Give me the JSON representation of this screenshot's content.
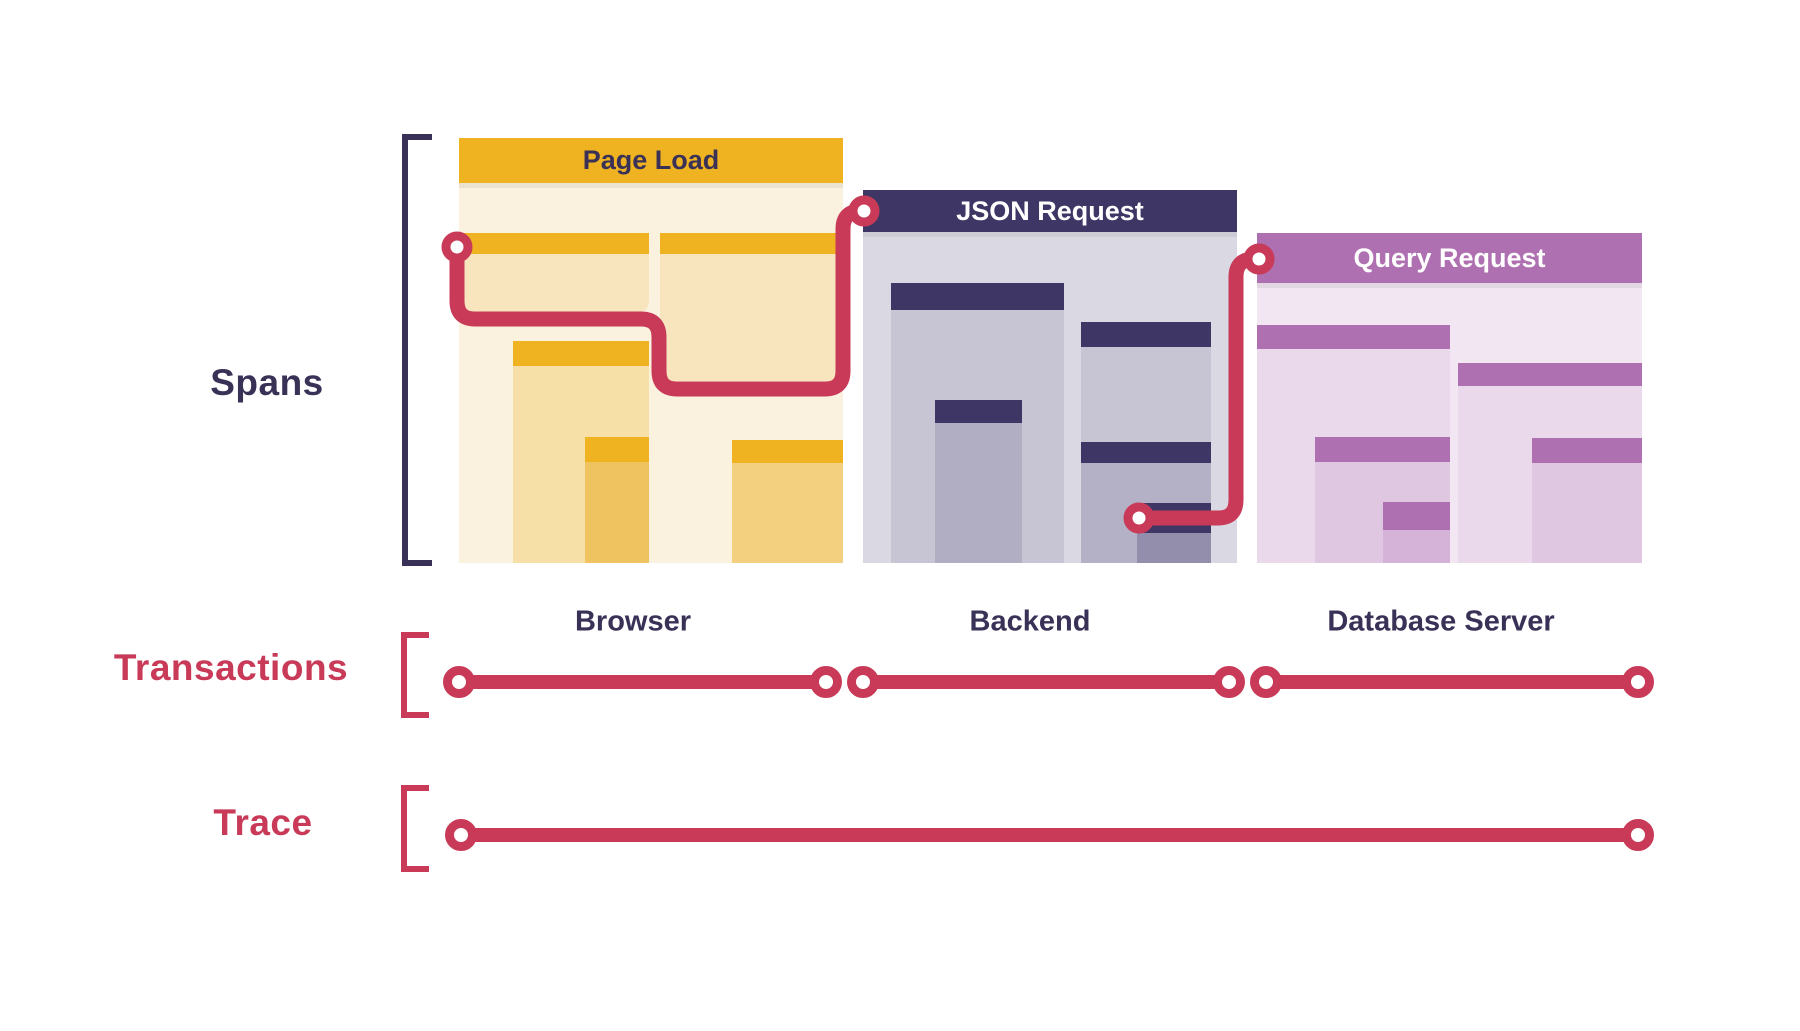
{
  "labels": {
    "spans": "Spans",
    "transactions": "Transactions",
    "trace": "Trace"
  },
  "panels": [
    {
      "id": "page-load",
      "title": "Page Load",
      "service": "Browser",
      "theme": "gold"
    },
    {
      "id": "json-request",
      "title": "JSON Request",
      "service": "Backend",
      "theme": "navy"
    },
    {
      "id": "query-request",
      "title": "Query Request",
      "service": "Database Server",
      "theme": "purple"
    }
  ],
  "colors": {
    "gold_header": "#EFB321",
    "gold_panel_body": "#FAF1DE",
    "gold_span_body": "#F8E5BE",
    "navy_header": "#3E3765",
    "navy_panel_body": "#DAD8E2",
    "navy_span_body": "#C7C4D4",
    "purple_header": "#AF70B1",
    "purple_panel_body": "#F1E6F2",
    "purple_span_body": "#E9D9EA",
    "trace_red": "#C83A57",
    "label_navy": "#3A3157",
    "endpoint_fill": "#FFFFFF"
  }
}
